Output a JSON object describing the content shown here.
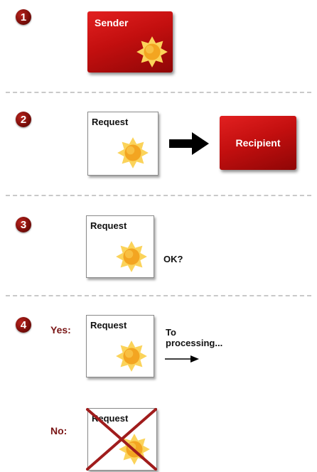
{
  "steps": [
    {
      "number": "1"
    },
    {
      "number": "2"
    },
    {
      "number": "3"
    },
    {
      "number": "4"
    }
  ],
  "step1": {
    "sender_label": "Sender"
  },
  "step2": {
    "request_label": "Request",
    "recipient_label": "Recipient"
  },
  "step3": {
    "request_label": "Request",
    "question": "OK?"
  },
  "step4": {
    "yes_label": "Yes:",
    "yes_request_label": "Request",
    "processing_line1": "To",
    "processing_line2": "processing...",
    "no_label": "No:",
    "no_request_label": "Request"
  },
  "colors": {
    "accent_red": "#c30f0f",
    "label_red": "#7a1616",
    "sun": "#f7b82a"
  }
}
